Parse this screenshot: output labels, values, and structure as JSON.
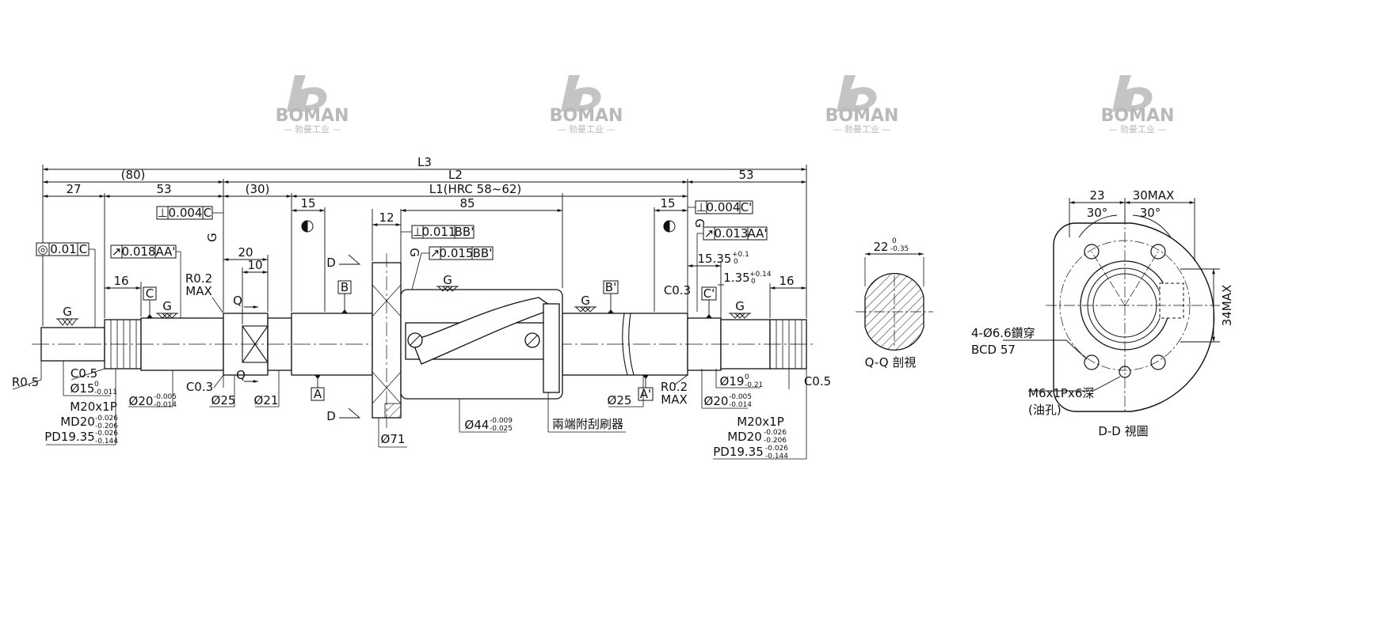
{
  "watermark": {
    "brand": "BOMAN",
    "tagline": "— 勃曼工业 —"
  },
  "colors": {
    "line": "#111111",
    "shaft": "#ffffff",
    "hatch": "#555555",
    "watermark": "#b9b9b9"
  },
  "top_dims": {
    "l3": "L3",
    "l2": "L2",
    "l1": "L1(HRC 58~62)",
    "d80": "(80)",
    "d53r": "53",
    "d27": "27",
    "d53": "53",
    "d30": "(30)",
    "d15a": "15",
    "d85": "85",
    "d15b": "15",
    "d12": "12"
  },
  "tolerances": {
    "t1": {
      "sym": "⊥",
      "val": "0.004",
      "ref": "C"
    },
    "t2": {
      "sym": "◎",
      "val": "0.01",
      "ref": "C"
    },
    "t3": {
      "sym": "↗",
      "val": "0.018",
      "ref": "AA'"
    },
    "t4": {
      "sym": "⊥",
      "val": "0.011",
      "ref": "BB'"
    },
    "t5": {
      "sym": "↗",
      "val": "0.015",
      "ref": "BB'"
    },
    "t6": {
      "sym": "⊥",
      "val": "0.004",
      "ref": "C'"
    },
    "t7": {
      "sym": "↗",
      "val": "0.013",
      "ref": "AA'"
    }
  },
  "labels": {
    "d20": "20",
    "d10": "10",
    "d16l": "16",
    "r02a": "R0.2",
    "max_a": "MAX",
    "c_box": "C",
    "g": "G",
    "q": "Q",
    "b_box": "B",
    "a_box": "A",
    "b2_box": "B'",
    "a2_box": "A'",
    "c2_box": "C'",
    "c03r": "C0.3",
    "d1535": "15.35",
    "d1535_tol_u": "+0.1",
    "d1535_tol_l": "0",
    "d135": "1.35",
    "d135_tol_u": "+0.14",
    "d135_tol_l": "0",
    "d16r": "16",
    "r05": "R0.5",
    "c05l": "C0.5",
    "phi15": "Ø15",
    "phi15_tol_u": "0",
    "phi15_tol_l": "-0.011",
    "m20l": "M20x1P",
    "md20l": "MD20",
    "md_tol_u": "-0.026",
    "md_tol_l": "-0.206",
    "pd20l": "PD19.35",
    "pd_tol_u": "-0.026",
    "pd_tol_l": "-0.144",
    "phi20l": "Ø20",
    "phi20_tol_u": "-0.005",
    "phi20_tol_l": "-0.014",
    "c03l": "C0.3",
    "phi25l": "Ø25",
    "phi21": "Ø21",
    "phi71": "Ø71",
    "phi44": "Ø44",
    "phi44_tol_u": "-0.009",
    "phi44_tol_l": "-0.025",
    "wiper": "兩端附刮刷器",
    "phi25r": "Ø25",
    "r02b": "R0.2",
    "max_b": "MAX",
    "phi19": "Ø19",
    "phi19_tol_u": "0",
    "phi19_tol_l": "-0.21",
    "phi20r": "Ø20",
    "c05r": "C0.5",
    "m20r": "M20x1P",
    "md20r": "MD20",
    "pd20r": "PD19.35"
  },
  "section_qq": {
    "dim": "22",
    "tol_u": "0",
    "tol_l": "-0.35",
    "title": "Q-Q 剖視"
  },
  "view_dd": {
    "d23": "23",
    "d30max": "30MAX",
    "a30a": "30°",
    "a30b": "30°",
    "d34max": "34MAX",
    "holes": "4-Ø6.6鑽穿",
    "bcd": "BCD 57",
    "oil": "M6x1Px6深",
    "oil2": "(油孔)",
    "title": "D-D 視圖"
  }
}
